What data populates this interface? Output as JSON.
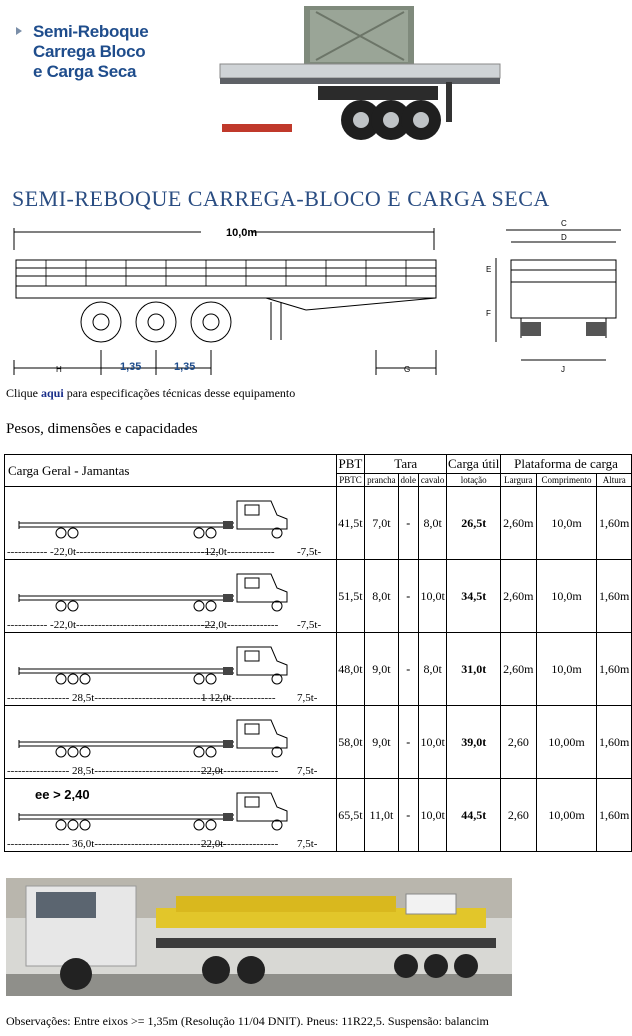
{
  "header": {
    "lines": [
      "Semi-Reboque",
      "Carrega Bloco",
      "e Carga Seca"
    ]
  },
  "diagram": {
    "title": "SEMI-REBOQUE CARREGA-BLOCO E CARGA SECA",
    "length_label": "10,0m",
    "axle_spacing_1": "1,35",
    "axle_spacing_2": "1,35",
    "labels": {
      "h": "H",
      "g": "G",
      "c": "C",
      "d": "D",
      "e": "E",
      "f": "F",
      "j": "J"
    }
  },
  "click": {
    "pre": "Clique ",
    "link": "aqui",
    "post": " para especificações técnicas desse equipamento"
  },
  "section_title": "Pesos, dimensões e capacidades",
  "table": {
    "title_a": "Carga Geral",
    "title_sep": " - ",
    "title_b": "Jamantas",
    "head": {
      "pbt": "PBT",
      "tara": "Tara",
      "carga": "Carga útil",
      "plataforma": "Plataforma de carga"
    },
    "sub": {
      "pbtc": "PBTC",
      "prancha": "prancha",
      "dole": "dole",
      "cavalo": "cavalo",
      "lotacao": "lotação",
      "largura": "Largura",
      "comprimento": "Comprimento",
      "altura": "Altura"
    },
    "rows": [
      {
        "axles": [
          "-----------  -22,0t---------------------------------------",
          "-12,0t-------------",
          "-7,5t-"
        ],
        "pbtc": "41,5t",
        "prancha": "7,0t",
        "dole": "-",
        "cavalo": "8,0t",
        "lotacao": "26,5t",
        "largura": "2,60m",
        "comprimento": "10,0m",
        "altura": "1,60m",
        "extra": ""
      },
      {
        "axles": [
          "-----------  -22,0t--------------------------------------",
          "-22,0t--------------",
          "-7,5t-"
        ],
        "pbtc": "51,5t",
        "prancha": "8,0t",
        "dole": "-",
        "cavalo": "10,0t",
        "lotacao": "34,5t",
        "largura": "2,60m",
        "comprimento": "10,0m",
        "altura": "1,60m",
        "extra": ""
      },
      {
        "axles": [
          "----------------- 28,5t-------------------------------------",
          "1 12,0t------------",
          "7,5t-"
        ],
        "pbtc": "48,0t",
        "prancha": "9,0t",
        "dole": "-",
        "cavalo": "8,0t",
        "lotacao": "31,0t",
        "largura": "2,60m",
        "comprimento": "10,0m",
        "altura": "1,60m",
        "extra": ""
      },
      {
        "axles": [
          "----------------- 28,5t-----------------------------------",
          "22,0t---------------",
          "7,5t-"
        ],
        "pbtc": "58,0t",
        "prancha": "9,0t",
        "dole": "-",
        "cavalo": "10,0t",
        "lotacao": "39,0t",
        "largura": "2,60",
        "comprimento": "10,00m",
        "altura": "1,60m",
        "extra": ""
      },
      {
        "axles": [
          "----------------- 36,0t------------------------------------",
          "22,0t---------------",
          "7,5t-"
        ],
        "pbtc": "65,5t",
        "prancha": "11,0t",
        "dole": "-",
        "cavalo": "10,0t",
        "lotacao": "44,5t",
        "largura": "2,60",
        "comprimento": "10,00m",
        "altura": "1,60m",
        "extra": "ee > 2,40"
      }
    ]
  },
  "observacoes": "Observações: Entre eixos >= 1,35m (Resolução 11/04 DNIT). Pneus: 11R22,5. Suspensão: balancim"
}
